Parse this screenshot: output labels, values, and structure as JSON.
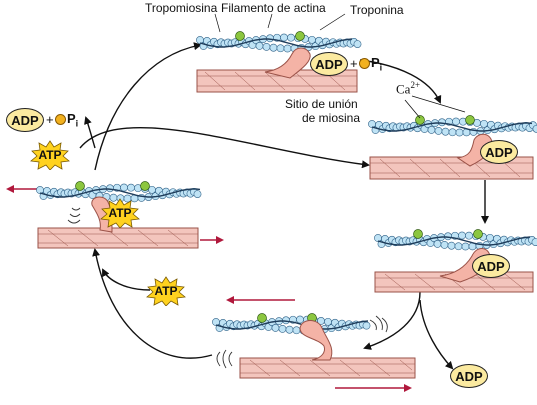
{
  "labels": {
    "tropomyosin": "Tropomiosina",
    "actin_filament": "Filamento de actina",
    "troponin": "Troponina",
    "myosin_binding_site_line1": "Sitio de unión",
    "myosin_binding_site_line2": "de miosina",
    "calcium": "Ca",
    "calcium_charge": "2+"
  },
  "molecules": {
    "adp": "ADP",
    "atp": "ATP",
    "plus": "+",
    "pi": "P",
    "pi_subscript": "i"
  },
  "colors": {
    "thin_filament_bead": "#bfe3f5",
    "thick_filament": "#f3c5bd",
    "myosin_head": "#f4b3a6",
    "troponin": "#8cc63f",
    "arrow_red": "#b0183c",
    "adp_oval": "#fbeaa0",
    "atp_star": "#ffd21f",
    "pi_dot": "#f2b11f"
  }
}
